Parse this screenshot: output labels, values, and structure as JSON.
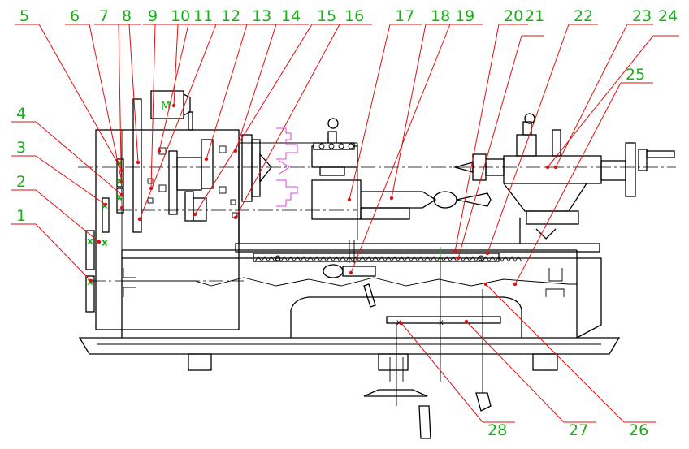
{
  "diagram": {
    "motor_label": "M",
    "callouts": [
      {
        "id": "c1",
        "text": "1"
      },
      {
        "id": "c2",
        "text": "2"
      },
      {
        "id": "c3",
        "text": "3"
      },
      {
        "id": "c4",
        "text": "4"
      },
      {
        "id": "c5",
        "text": "5"
      },
      {
        "id": "c6",
        "text": "6"
      },
      {
        "id": "c7",
        "text": "7"
      },
      {
        "id": "c8",
        "text": "8"
      },
      {
        "id": "c9",
        "text": "9"
      },
      {
        "id": "c10",
        "text": "10"
      },
      {
        "id": "c11",
        "text": "11"
      },
      {
        "id": "c12",
        "text": "12"
      },
      {
        "id": "c13",
        "text": "13"
      },
      {
        "id": "c14",
        "text": "14"
      },
      {
        "id": "c15",
        "text": "15"
      },
      {
        "id": "c16",
        "text": "16"
      },
      {
        "id": "c17",
        "text": "17"
      },
      {
        "id": "c18",
        "text": "18"
      },
      {
        "id": "c19",
        "text": "19"
      },
      {
        "id": "c20",
        "text": "20"
      },
      {
        "id": "c21",
        "text": "21"
      },
      {
        "id": "c22",
        "text": "22"
      },
      {
        "id": "c23",
        "text": "23"
      },
      {
        "id": "c24",
        "text": "24"
      },
      {
        "id": "c25",
        "text": "25"
      },
      {
        "id": "c26",
        "text": "26"
      },
      {
        "id": "c27",
        "text": "27"
      },
      {
        "id": "c28",
        "text": "28"
      }
    ],
    "colors": {
      "label": "#18b018",
      "leader": "#e01010",
      "outline": "#000000",
      "chuck": "#e040e0"
    }
  }
}
